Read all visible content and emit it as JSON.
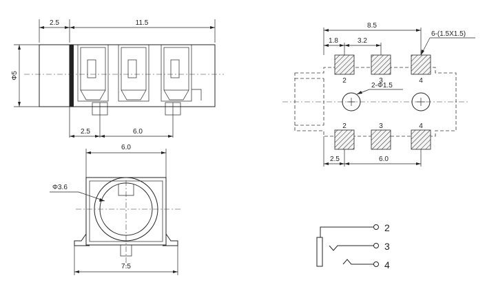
{
  "side_view": {
    "dims": {
      "top_left": "2.5",
      "top_right": "11.5",
      "diameter": "Φ5",
      "bottom_left": "2.5",
      "bottom_right": "6.0"
    }
  },
  "front_view": {
    "dims": {
      "top": "6.0",
      "diameter": "Φ3.6",
      "bottom": "7.5"
    }
  },
  "pcb_layout": {
    "dims": {
      "overall": "8.5",
      "left_pad": "1.8",
      "pitch": "3.2",
      "pad_note": "6-(1.5X1.5)",
      "hole_note": "2-Φ1.5",
      "bottom_left": "2.5",
      "bottom_right": "6.0"
    },
    "pad_labels_top": [
      "2",
      "3",
      "4"
    ],
    "pad_labels_bottom": [
      "2",
      "3",
      "4"
    ]
  },
  "schematic": {
    "pins": [
      "2",
      "3",
      "4"
    ]
  }
}
